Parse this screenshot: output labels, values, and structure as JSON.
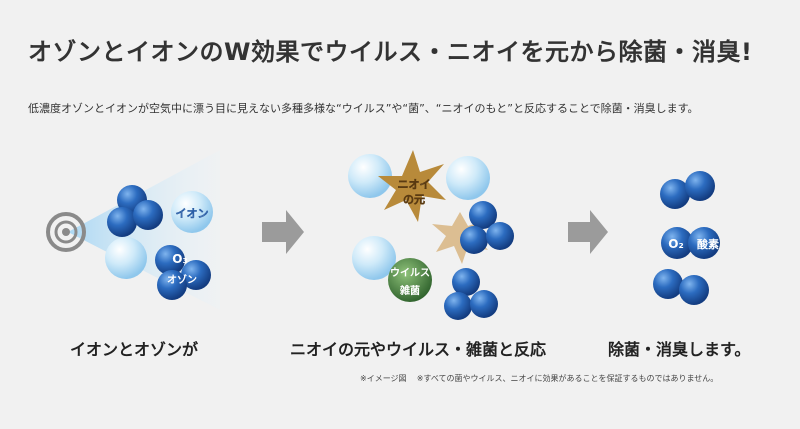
{
  "title": "オゾンとイオンのW効果でウイルス・ニオイを元から除菌・消臭!",
  "description": "低濃度オゾンとイオンが空気中に漂う目に見えない多種多様な“ウイルス”や“菌”、“ニオイのもと”と反応することで除菌・消臭します。",
  "steps": [
    {
      "caption": "イオンとオゾンが",
      "labels": {
        "ion": "イオン",
        "o3": "O3",
        "ozone": "オゾン"
      }
    },
    {
      "caption": "ニオイの元やウイルス・雑菌と反応",
      "labels": {
        "odor": "ニオイの元",
        "odor_line1": "ニオイ",
        "odor_line2": "の元",
        "virus_line1": "ウイルス",
        "virus_line2": "雑菌"
      }
    },
    {
      "caption": "除菌・消臭します。",
      "labels": {
        "o2": "O2",
        "oxygen": "酸素"
      }
    }
  ],
  "notes": {
    "image_note": "※イメージ図",
    "disclaimer": "※すべての菌やウイルス、ニオイに効果があることを保証するものではありません。"
  },
  "colors": {
    "background": "#f1f1f1",
    "dark_molecule": "#1f5aa8",
    "light_molecule": "#bfe3f7",
    "arrow": "#9b9b9b",
    "virus": "#3e7a3a",
    "spark": "#b88a3a"
  }
}
